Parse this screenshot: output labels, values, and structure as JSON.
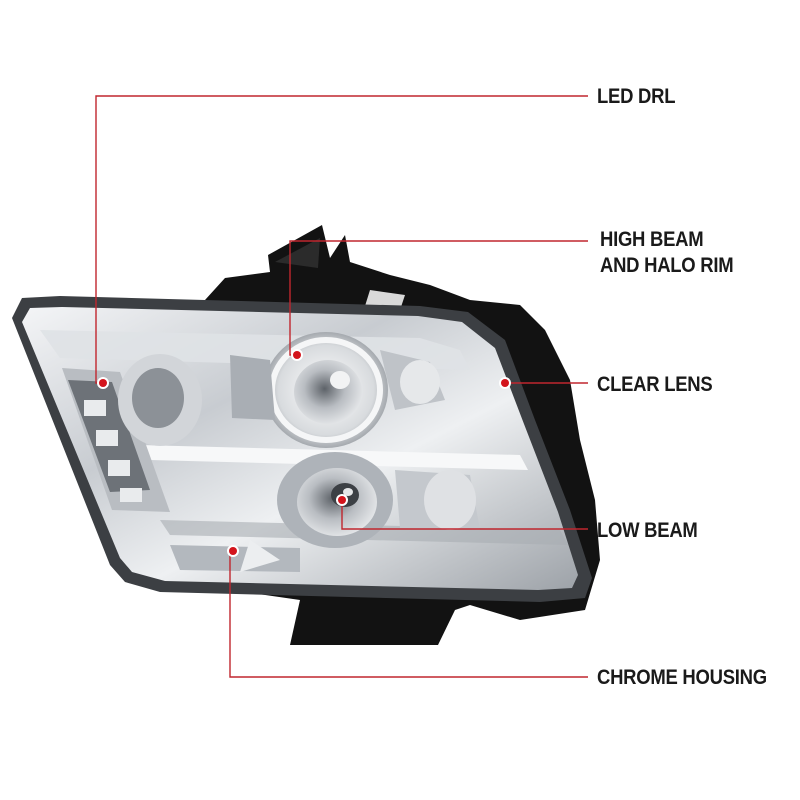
{
  "callouts": {
    "led_drl": {
      "label": "LED DRL"
    },
    "high_beam": {
      "line1": "HIGH BEAM",
      "line2": "AND HALO RIM"
    },
    "clear_lens": {
      "label": "CLEAR LENS"
    },
    "low_beam": {
      "label": "LOW BEAM"
    },
    "chrome_housing": {
      "label": "CHROME HOUSING"
    }
  },
  "colors": {
    "leader_line": "#c0262e",
    "marker_dot": "#d3141c",
    "label_text": "#1a1a1a",
    "housing_back": "#111111",
    "chrome": "#c9ccd0"
  }
}
